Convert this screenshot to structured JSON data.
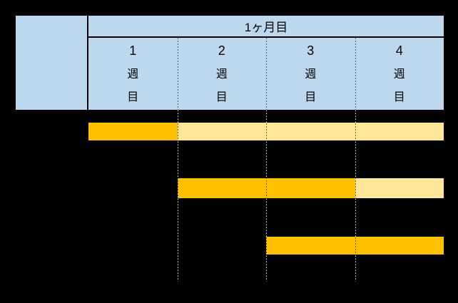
{
  "header": {
    "month_label": "1ヶ月目",
    "weeks": [
      {
        "lines": [
          "1",
          "週",
          "目"
        ]
      },
      {
        "lines": [
          "2",
          "週",
          "目"
        ]
      },
      {
        "lines": [
          "3",
          "週",
          "目"
        ]
      },
      {
        "lines": [
          "4",
          "週",
          "目"
        ]
      }
    ]
  },
  "colors": {
    "background": "#000000",
    "header_fill": "#BDD7EE",
    "header_border": "#000000",
    "bar_solid": "#FFC000",
    "bar_light": "#FFE699",
    "gridline_white": "#FFFFFF"
  },
  "chart_data": {
    "type": "bar",
    "variant": "gantt",
    "title": "1ヶ月目",
    "time_axis": {
      "month": "1ヶ月目",
      "weeks": [
        "1週目",
        "2週目",
        "3週目",
        "4週目"
      ]
    },
    "rows": [
      {
        "segments": [
          {
            "from_week": 1,
            "to_week": 1,
            "style": "solid"
          },
          {
            "from_week": 2,
            "to_week": 4,
            "style": "light"
          }
        ]
      },
      {
        "segments": [
          {
            "from_week": 2,
            "to_week": 3,
            "style": "solid"
          },
          {
            "from_week": 4,
            "to_week": 4,
            "style": "light"
          }
        ]
      },
      {
        "segments": [
          {
            "from_week": 3,
            "to_week": 4,
            "style": "solid"
          }
        ]
      }
    ],
    "legend_position": "none",
    "grid": "dotted-vertical-week-separators"
  }
}
